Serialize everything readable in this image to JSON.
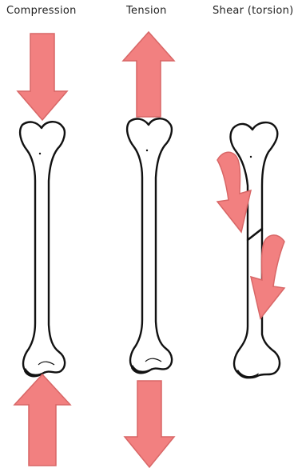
{
  "labels": {
    "compression": "Compression",
    "tension": "Tension",
    "shear": "Shear (torsion)"
  },
  "colors": {
    "arrow_fill": "#f28080",
    "arrow_stroke": "#d86666",
    "bone_outline": "#111111",
    "bone_fill": "#ffffff"
  },
  "icons": [
    "arrow-down-icon",
    "arrow-up-icon",
    "curved-arrow-icon"
  ]
}
